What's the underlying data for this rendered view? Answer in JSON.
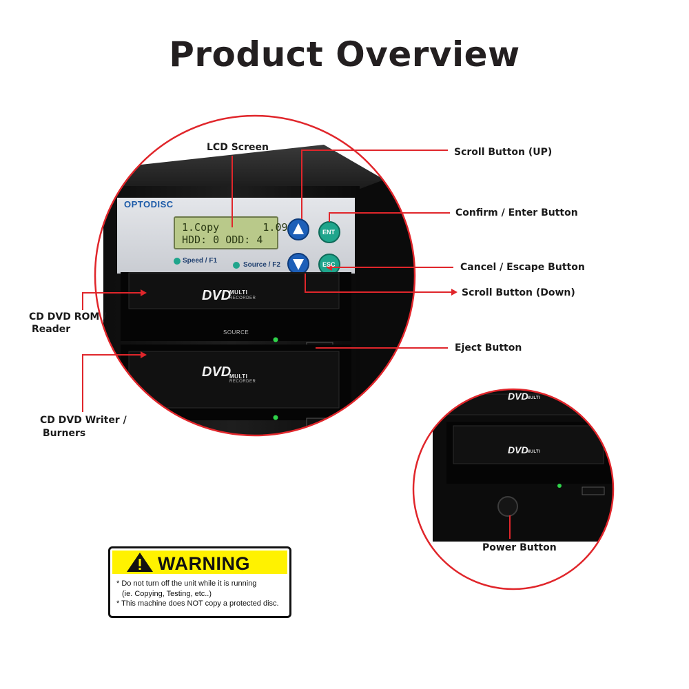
{
  "title": "Product Overview",
  "device": {
    "brand": "OPTODISC",
    "lcd_line1": "1.Copy       1.09",
    "lcd_line2": "HDD: 0 ODD: 4",
    "speed_label": "Speed / F1",
    "source_label": "Source / F2",
    "ent_label": "ENT",
    "esc_label": "ESC",
    "source_tray_label": "SOURCE",
    "dvd_logo": "DVD",
    "dvd_sub": "MULTI",
    "dvd_sub2": "RECORDER"
  },
  "callouts": {
    "lcd_screen": "LCD Screen",
    "scroll_up": "Scroll Button (UP)",
    "confirm_enter": "Confirm / Enter Button",
    "cancel_escape": "Cancel / Escape Button",
    "scroll_down": "Scroll Button (Down)",
    "eject": "Eject Button",
    "reader_line1": "CD DVD ROM /",
    "reader_line2": "Reader",
    "writer_line1": "CD DVD Writer /",
    "writer_line2": "Burners",
    "power": "Power Button"
  },
  "warning": {
    "title": "WARNING",
    "line1": "* Do not turn off the unit while it is running",
    "line2": "(ie. Copying, Testing, etc..)",
    "line3": "* This machine does NOT copy a protected disc."
  },
  "colors": {
    "callout_red": "#e0262b",
    "warning_yellow": "#fff200",
    "button_blue": "#1d5fb8",
    "button_green": "#1fa58c",
    "lcd_green": "#b9c98a"
  }
}
